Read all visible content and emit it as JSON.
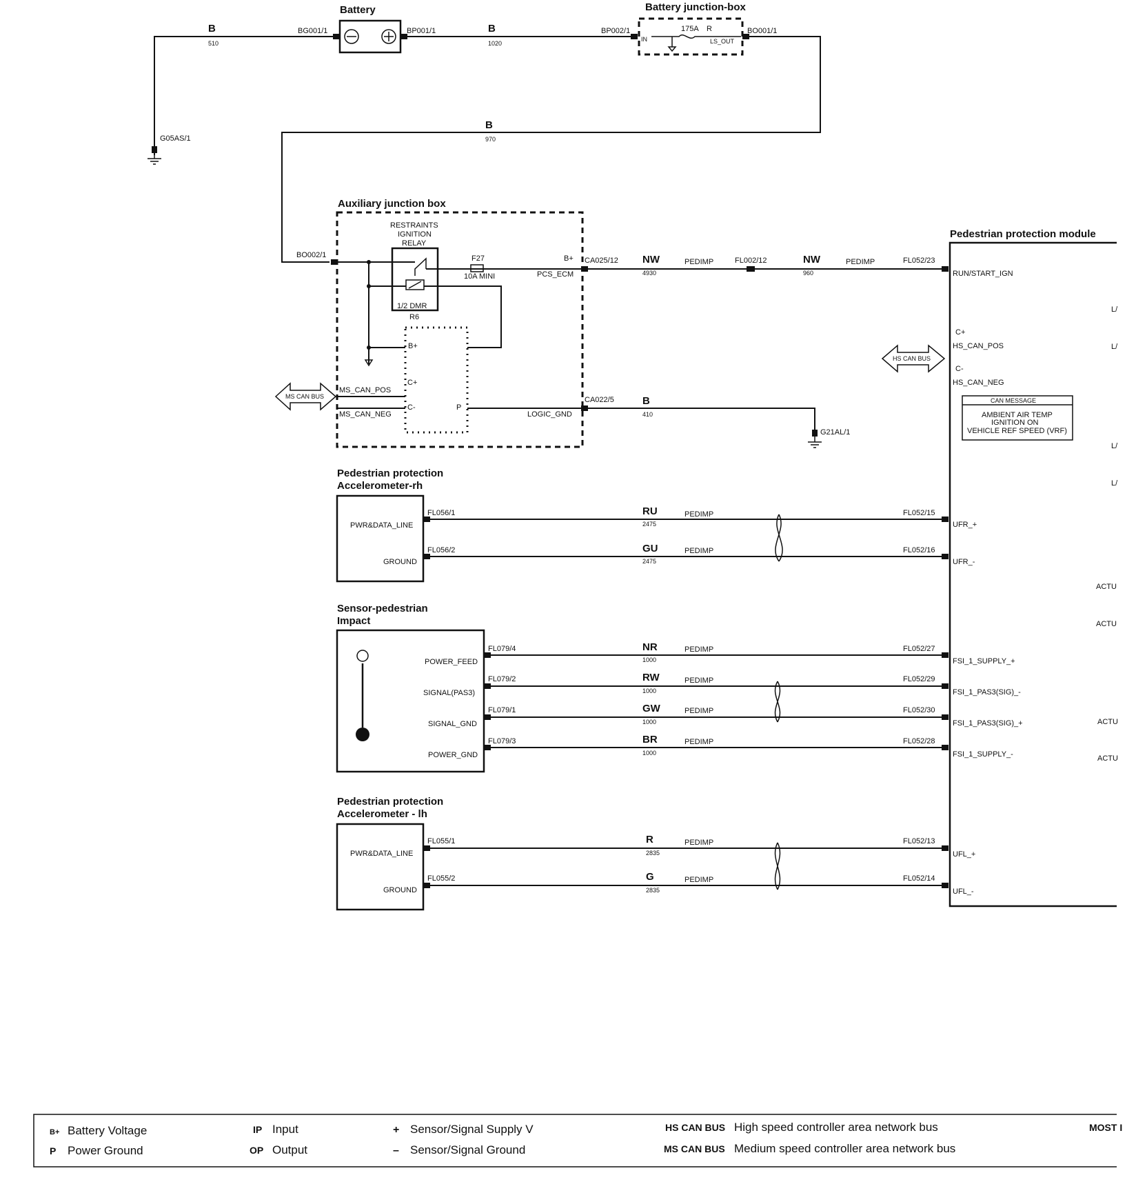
{
  "components": {
    "battery": "Battery",
    "battery_jbox": "Battery junction-box",
    "aux_jbox": "Auxiliary junction box",
    "relay": [
      "RESTRAINTS",
      "IGNITION",
      "RELAY"
    ],
    "relay_type": "1/2 DMR",
    "relay_id": "R6",
    "fuse_id": "F27",
    "fuse_rating": "10A  MINI",
    "main_fuse": "175A",
    "main_fuse_r": "R",
    "ls_out": "LS_OUT",
    "in_pin": "IN",
    "ppm": "Pedestrian protection module",
    "accel_rh": [
      "Pedestrian protection",
      "Accelerometer-rh"
    ],
    "sensor": [
      "Sensor-pedestrian",
      "Impact"
    ],
    "accel_lh": [
      "Pedestrian protection",
      "Accelerometer - lh"
    ]
  },
  "connectors": {
    "bg001": "BG001/1",
    "bp001": "BP001/1",
    "bp002": "BP002/1",
    "bo001": "BO001/1",
    "g05as": "G05AS/1",
    "bo002": "BO002/1",
    "ca025": "CA025/12",
    "fl002": "FL002/12",
    "fl052_23": "FL052/23",
    "ca022": "CA022/5",
    "g21al": "G21AL/1",
    "fl056_1": "FL056/1",
    "fl056_2": "FL056/2",
    "fl052_15": "FL052/15",
    "fl052_16": "FL052/16",
    "fl079_4": "FL079/4",
    "fl079_2": "FL079/2",
    "fl079_1": "FL079/1",
    "fl079_3": "FL079/3",
    "fl052_27": "FL052/27",
    "fl052_29": "FL052/29",
    "fl052_30": "FL052/30",
    "fl052_28": "FL052/28",
    "fl055_1": "FL055/1",
    "fl055_2": "FL055/2",
    "fl052_13": "FL052/13",
    "fl052_14": "FL052/14"
  },
  "wires": {
    "w510": {
      "color": "B",
      "size": "510"
    },
    "w1020": {
      "color": "B",
      "size": "1020"
    },
    "w970": {
      "color": "B",
      "size": "970"
    },
    "w4930": {
      "color": "NW",
      "size": "4930"
    },
    "w960": {
      "color": "NW",
      "size": "960"
    },
    "w410": {
      "color": "B",
      "size": "410"
    },
    "w_ru": {
      "color": "RU",
      "size": "2475"
    },
    "w_gu": {
      "color": "GU",
      "size": "2475"
    },
    "w_nr": {
      "color": "NR",
      "size": "1000"
    },
    "w_rw": {
      "color": "RW",
      "size": "1000"
    },
    "w_gw": {
      "color": "GW",
      "size": "1000"
    },
    "w_br": {
      "color": "BR",
      "size": "1000"
    },
    "w_r": {
      "color": "R",
      "size": "2835"
    },
    "w_g": {
      "color": "G",
      "size": "2835"
    },
    "circuit": "PEDIMP"
  },
  "pins": {
    "b_plus": "B+",
    "pcs_ecm": "PCS_ECM",
    "c_plus": "C+",
    "c_minus": "C-",
    "p": "P",
    "ms_can_pos": "MS_CAN_POS",
    "ms_can_neg": "MS_CAN_NEG",
    "logic_gnd": "LOGIC_GND",
    "run_start_ign": "RUN/START_IGN",
    "hs_can_pos": "HS_CAN_POS",
    "hs_can_neg": "HS_CAN_NEG",
    "pwr_data_line": "PWR&DATA_LINE",
    "ground": "GROUND",
    "power_feed": "POWER_FEED",
    "signal_pas3": "SIGNAL(PAS3)",
    "signal_gnd": "SIGNAL_GND",
    "power_gnd": "POWER_GND",
    "ufr_plus": "UFR_+",
    "ufr_minus": "UFR_-",
    "fsi_supply_plus": "FSI_1_SUPPLY_+",
    "fsi_pas3_minus": "FSI_1_PAS3(SIG)_-",
    "fsi_pas3_plus": "FSI_1_PAS3(SIG)_+",
    "fsi_supply_minus": "FSI_1_SUPPLY_-",
    "ufl_plus": "UFL_+",
    "ufl_minus": "UFL_-"
  },
  "can": {
    "ms_bus": "MS CAN BUS",
    "hs_bus": "HS CAN BUS",
    "message_title": "CAN MESSAGE",
    "messages": [
      "AMBIENT AIR TEMP",
      "IGNITION ON",
      "VEHICLE REF SPEED (VRF)"
    ]
  },
  "right_edge": {
    "l1": "L/",
    "l2": "L/",
    "l3": "L/",
    "l4": "L/",
    "a1": "ACTU",
    "a2": "ACTU",
    "a3": "ACTU",
    "a4": "ACTU"
  },
  "legend": [
    {
      "sym": "B+",
      "desc": "Battery Voltage"
    },
    {
      "sym": "P",
      "desc": "Power Ground"
    },
    {
      "sym": "IP",
      "desc": "Input"
    },
    {
      "sym": "OP",
      "desc": "Output"
    },
    {
      "sym": "+",
      "desc": "Sensor/Signal Supply V"
    },
    {
      "sym": "–",
      "desc": "Sensor/Signal Ground"
    },
    {
      "sym": "HS CAN BUS",
      "desc": "High speed controller area network bus"
    },
    {
      "sym": "MS CAN BUS",
      "desc": "Medium speed controller area network bus"
    },
    {
      "sym": "MOST I",
      "desc": ""
    }
  ]
}
